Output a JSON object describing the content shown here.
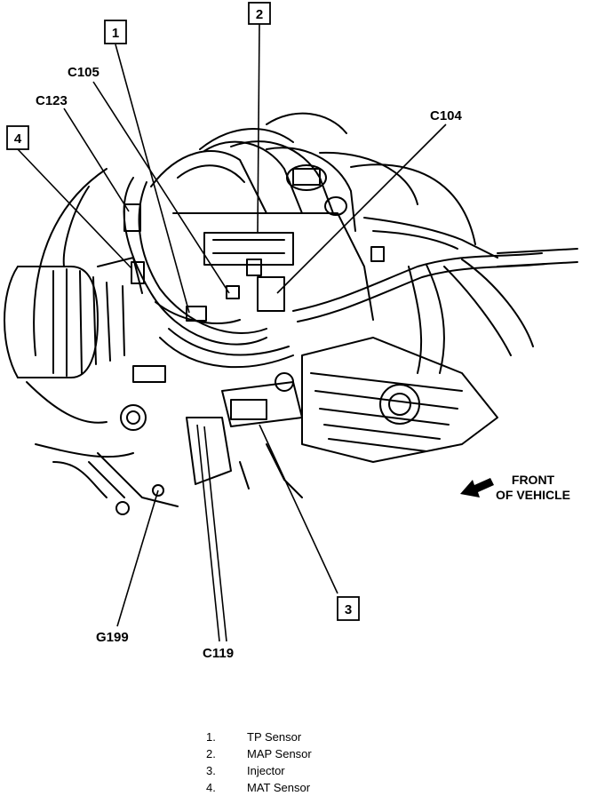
{
  "callouts": {
    "box1": "1",
    "box2": "2",
    "box3": "3",
    "box4": "4",
    "c105": "C105",
    "c123": "C123",
    "c104": "C104",
    "g199": "G199",
    "c119": "C119"
  },
  "front": {
    "line1": "FRONT",
    "line2": "OF VEHICLE"
  },
  "legend": [
    {
      "num": "1.",
      "label": "TP Sensor"
    },
    {
      "num": "2.",
      "label": "MAP Sensor"
    },
    {
      "num": "3.",
      "label": "Injector"
    },
    {
      "num": "4.",
      "label": "MAT Sensor"
    }
  ]
}
